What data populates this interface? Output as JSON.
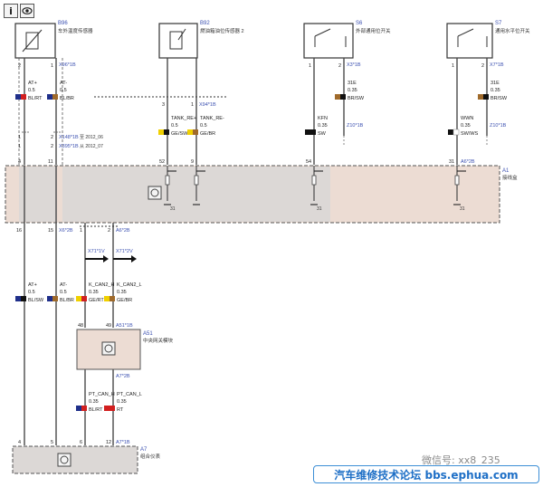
{
  "toolbar": {
    "info_label": "i",
    "eye_icon": "eye-icon"
  },
  "components": [
    {
      "id": "B96",
      "name": "车外温度传感器"
    },
    {
      "id": "B92",
      "name": "燃油箱油位传感器 2"
    },
    {
      "id": "S6",
      "name": "外部通用位开关"
    },
    {
      "id": "S7",
      "name": "通用水平位开关"
    }
  ],
  "connectors": {
    "c1": "X96*1B",
    "c2": "X94*1B",
    "c3": "X3*1B",
    "c4": "X7*1B",
    "c5": "X148*1B",
    "c5_note": "至 2012_06",
    "c6": "X395*1B",
    "c6_note": "从 2012_07",
    "c7": "Z10*1B",
    "c8": "Z10*1B",
    "c9": "A6*2B",
    "c10": "X6*2B",
    "c11": "A6*2B",
    "c12": "X71*1V",
    "c13": "X71*2V",
    "c14": "A51*1B",
    "c15": "A7*2B",
    "c16": "A7*1B"
  },
  "wires": {
    "w1": {
      "name": "AT+",
      "gauge": "0.5",
      "color": "BL/RT"
    },
    "w2": {
      "name": "AT-",
      "gauge": "0.5",
      "color": "BL/BR"
    },
    "w3": {
      "name": "TANK_RE+",
      "gauge": "0.5",
      "color": "GE/SW"
    },
    "w4": {
      "name": "TANK_RE-",
      "gauge": "0.5",
      "color": "GE/BR"
    },
    "w5": {
      "name": "31E",
      "gauge": "0.35",
      "color": "BR/SW"
    },
    "w6": {
      "name": "31E",
      "gauge": "0.35",
      "color": "BR/SW"
    },
    "w7": {
      "name": "KFN",
      "gauge": "0.35",
      "color": "SW"
    },
    "w8": {
      "name": "WWN",
      "gauge": "0.35",
      "color": "SW/WS"
    },
    "w9": {
      "name": "AT+",
      "gauge": "0.5",
      "color": "BL/SW"
    },
    "w10": {
      "name": "AT-",
      "gauge": "0.5",
      "color": "BL/BR"
    },
    "w11": {
      "name": "K_CAN2_H",
      "gauge": "0.35",
      "color": "GE/RT"
    },
    "w12": {
      "name": "K_CAN2_L",
      "gauge": "0.35",
      "color": "GE/BR"
    },
    "w13": {
      "name": "PT_CAN_H",
      "gauge": "0.35",
      "color": "BL/RT"
    },
    "w14": {
      "name": "PT_CAN_L",
      "gauge": "0.35",
      "color": "RT"
    }
  },
  "pins": {
    "p1": "2",
    "p2": "1",
    "p3": "3",
    "p4": "1",
    "p5": "2",
    "p6": "1",
    "p7": "2",
    "p8": "1",
    "p9": "1",
    "p10": "1",
    "p11": "2",
    "p12": "2",
    "p13": "4",
    "p14": "11",
    "p15": "52",
    "p16": "9",
    "p17": "54",
    "p18": "31",
    "p19": "16",
    "p20": "15",
    "p21": "1",
    "p22": "2",
    "p23": "48",
    "p24": "49",
    "p25": "4",
    "p26": "5",
    "p27": "6",
    "p28": "12"
  },
  "ground_labels": {
    "g1": "31",
    "g2": "31",
    "g3": "31"
  },
  "modules": {
    "m1": {
      "id": "A1",
      "name": "接线盒"
    },
    "m2": {
      "id": "A51",
      "name": "中央网关模块"
    },
    "m3": {
      "id": "A7",
      "name": "组合仪表"
    }
  },
  "watermark": "微信号: xx8_235",
  "banner": "汽车维修技术论坛 bbs.ephua.com",
  "colors": {
    "wire": "#4a4a4a",
    "module_fill": "#ecdcd3",
    "module_shade": "#dcd8d6",
    "blue": "#1f2f8a",
    "red": "#d21f1f",
    "yellow": "#f0d000",
    "black": "#111111",
    "brown": "#a06a2a",
    "label_blue": "#3a4fb0"
  }
}
